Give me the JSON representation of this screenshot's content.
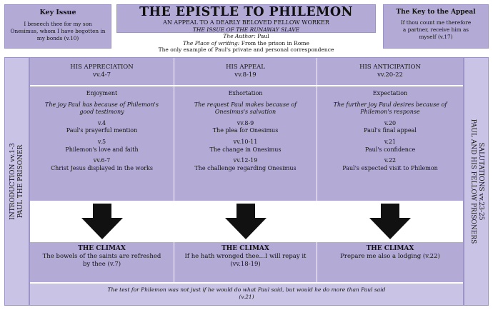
{
  "key_issue": {
    "heading": "Key Issue",
    "text": "I beseech thee for my son Onesimus, whom I have begotten in my bonds (v.10)"
  },
  "title": {
    "main": "THE EPISTLE TO PHILEMON",
    "sub": "AN APPEAL TO A DEARLY BELOVED FELLOW WORKER",
    "issue": "THE ISSUE OF THE RUNAWAY SLAVE"
  },
  "info": {
    "author_label": "The Author:",
    "author": "Paul",
    "place_label": "The Place of writing:",
    "place": "From the prison in Rome",
    "note": "The only example of Paul's private and personal correspondence"
  },
  "key_appeal": {
    "heading": "The Key to the Appeal",
    "text": "If thou count me therefore a partner, receive him as myself (v.17)"
  },
  "intro": "INTRODUCTION vv.1-3 PAUL THE PRISONER",
  "intro_l1": "INTRODUCTION vv.1-3",
  "intro_l2": "PAUL THE PRISONER",
  "salut_l1": "SALUTATIONS vv.23-25",
  "salut_l2": "PAUL AND HIS FELLOW PRISONERS",
  "columns": [
    {
      "title": "HIS APPRECIATION",
      "verses": "vv.4-7",
      "subhead": "Enjoyment",
      "desc": "The joy Paul has because of Philemon's good testimony",
      "items": [
        {
          "ref": "v.4",
          "text": "Paul's prayerful mention"
        },
        {
          "ref": "v.5",
          "text": "Philemon's love and faith"
        },
        {
          "ref": "vv.6-7",
          "text": "Christ Jesus displayed in the works"
        }
      ],
      "climax_title": "THE CLIMAX",
      "climax_text": "The bowels of the saints are refreshed by thee (v.7)"
    },
    {
      "title": "HIS APPEAL",
      "verses": "vv.8-19",
      "subhead": "Exhortation",
      "desc": "The request Paul makes because of Onesimus's salvation",
      "items": [
        {
          "ref": "vv.8-9",
          "text": "The plea for Onesimus"
        },
        {
          "ref": "vv.10-11",
          "text": "The change in Onesimus"
        },
        {
          "ref": "vv.12-19",
          "text": "The challenge regarding Onesimus"
        }
      ],
      "climax_title": "THE CLIMAX",
      "climax_text": "If he hath wronged thee…I will repay it (vv.18-19)"
    },
    {
      "title": "HIS ANTICIPATION",
      "verses": "vv.20-22",
      "subhead": "Expectation",
      "desc": "The further joy Paul desires because of Philemon's response",
      "items": [
        {
          "ref": "v.20",
          "text": "Paul's final appeal"
        },
        {
          "ref": "v.21",
          "text": "Paul's confidence"
        },
        {
          "ref": "v.22",
          "text": "Paul's expected visit to Philemon"
        }
      ],
      "climax_title": "THE CLIMAX",
      "climax_text": "Prepare me also a lodging (v.22)"
    }
  ],
  "test_line": "The test for Philemon was not just if he would do what Paul said, but would he do more than Paul said",
  "test_ref": "(v.21)",
  "colors": {
    "lavender": "#b3abd6",
    "lavender_light": "#c9c3e6",
    "border": "#9c94c6",
    "arrow": "#111111"
  }
}
